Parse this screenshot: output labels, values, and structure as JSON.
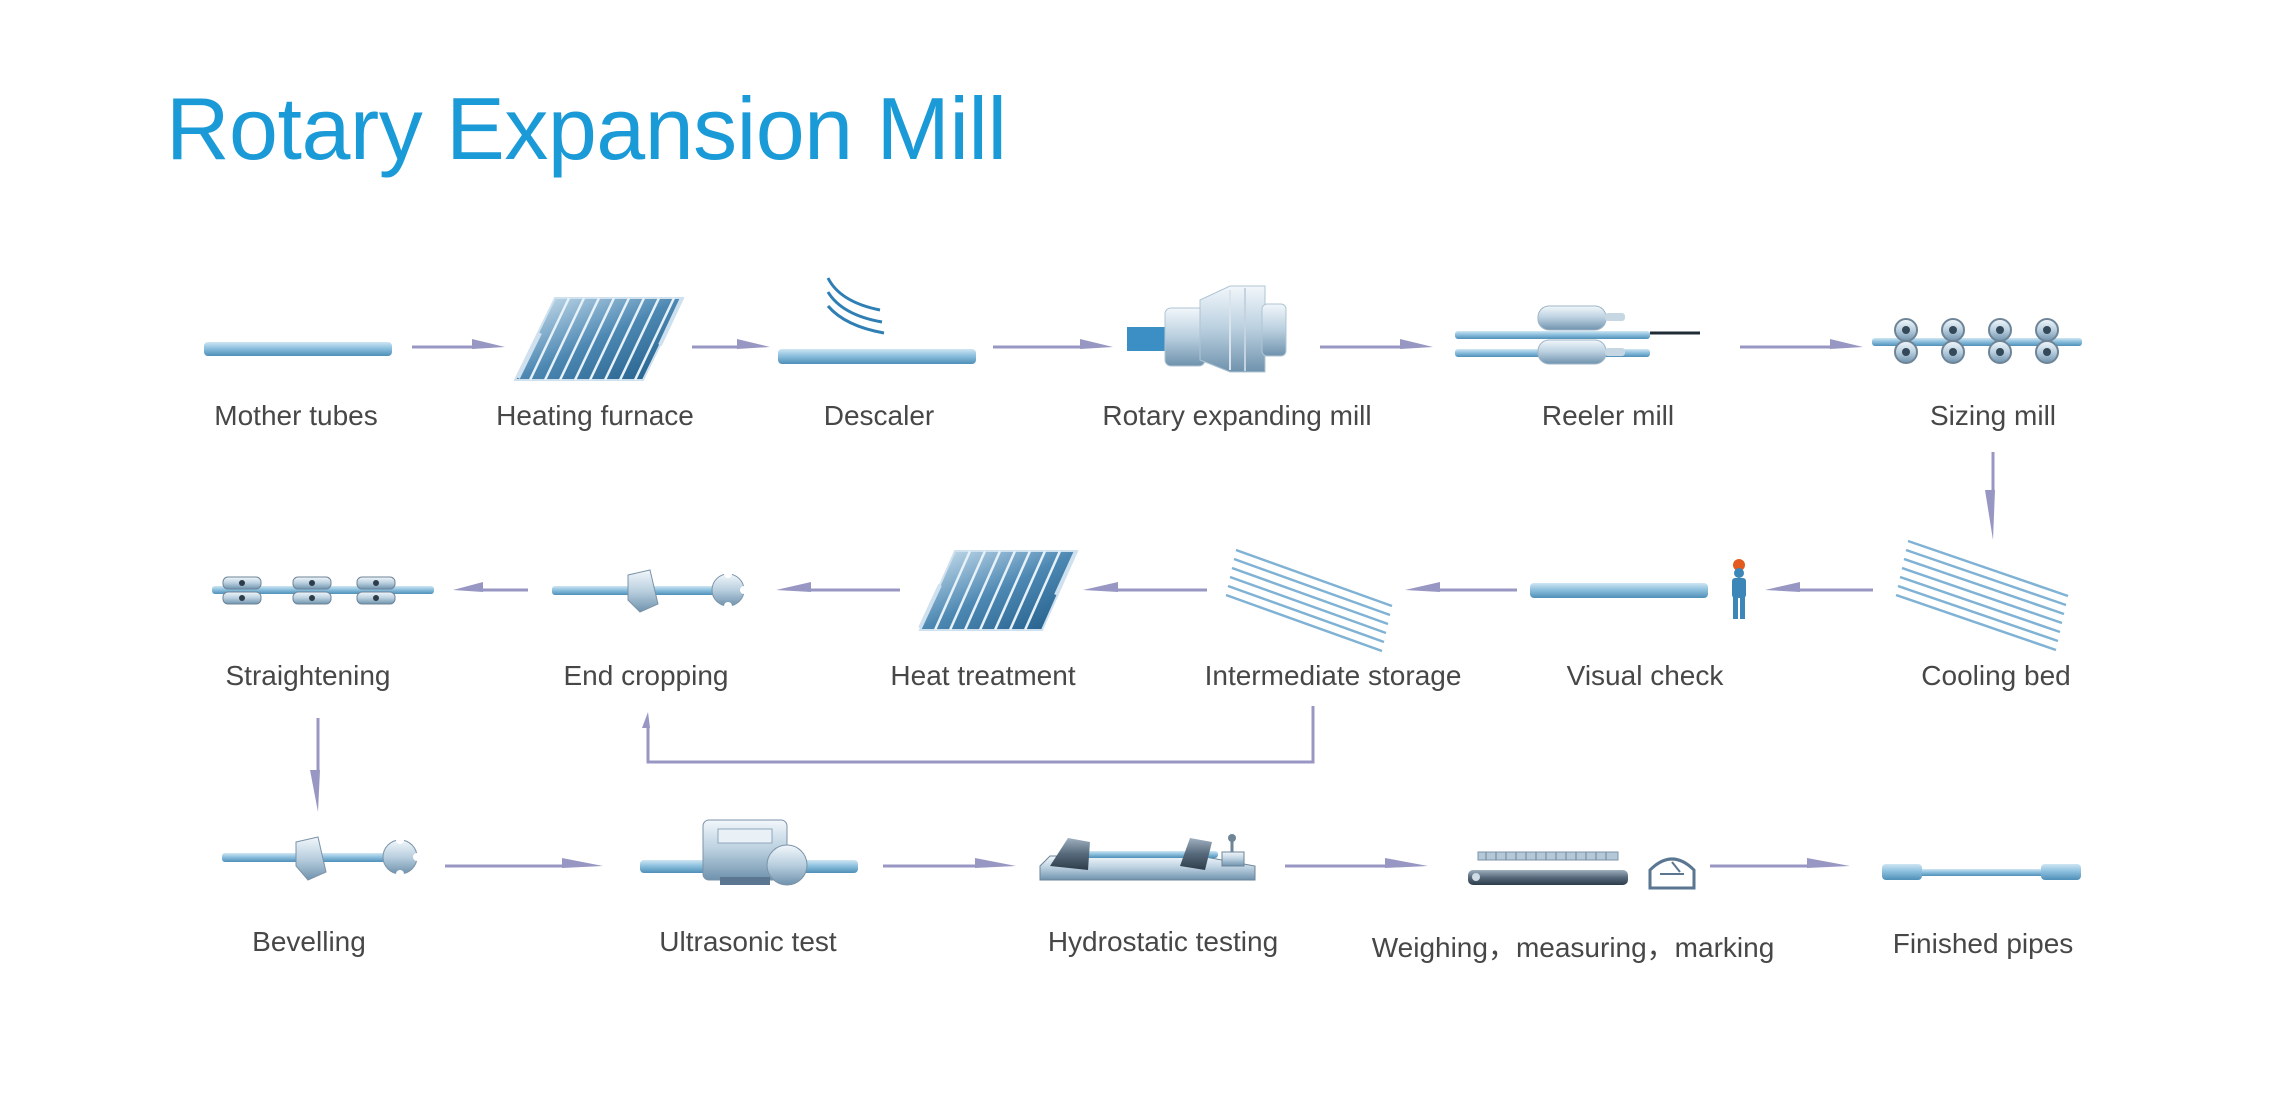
{
  "title": "Rotary Expansion Mill",
  "steps": [
    {
      "label": "Mother tubes",
      "icon": "tube-icon"
    },
    {
      "label": "Heating furnace",
      "icon": "heating-furnace-icon"
    },
    {
      "label": "Descaler",
      "icon": "descaler-icon"
    },
    {
      "label": "Rotary expanding mill",
      "icon": "rotary-expanding-mill-icon"
    },
    {
      "label": "Reeler mill",
      "icon": "reeler-mill-icon"
    },
    {
      "label": "Sizing mill",
      "icon": "sizing-mill-icon"
    },
    {
      "label": "Cooling bed",
      "icon": "cooling-bed-icon"
    },
    {
      "label": "Visual check",
      "icon": "visual-check-icon"
    },
    {
      "label": "Intermediate storage",
      "icon": "intermediate-storage-icon"
    },
    {
      "label": "Heat treatment",
      "icon": "heat-treatment-icon"
    },
    {
      "label": "End cropping",
      "icon": "end-cropping-icon"
    },
    {
      "label": "Straightening",
      "icon": "straightening-icon"
    },
    {
      "label": "Bevelling",
      "icon": "bevelling-icon"
    },
    {
      "label": "Ultrasonic test",
      "icon": "ultrasonic-test-icon"
    },
    {
      "label": "Hydrostatic testing",
      "icon": "hydrostatic-testing-icon"
    },
    {
      "label": "Weighing，measuring，marking",
      "icon": "weighing-measuring-marking-icon"
    },
    {
      "label": "Finished pipes",
      "icon": "finished-pipes-icon"
    }
  ],
  "colors": {
    "title": "#1a9ad6",
    "arrow": "#9897c4",
    "tube": "#7fb6d6",
    "label": "#474747",
    "worker_helmet": "#e35a1f"
  }
}
